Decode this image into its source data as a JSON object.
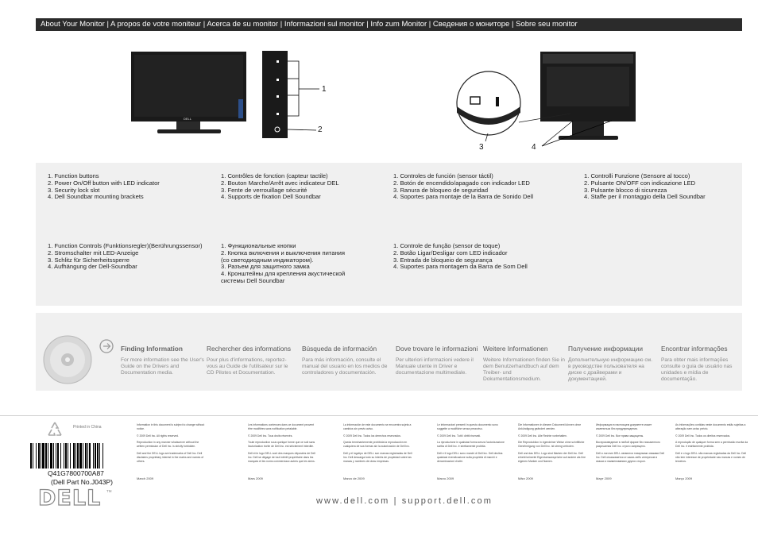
{
  "banner": "About Your Monitor | A propos de votre moniteur | Acerca de su monitor | Informazioni sul monitor | Info zum Monitor | Сведения о мониторе | Sobre seu monitor",
  "callouts": [
    "1",
    "2",
    "3",
    "4"
  ],
  "front_logo": "DELL",
  "specs": [
    [
      "1. Function buttons",
      "2. Power On/Off button with LED indicator",
      "3. Security lock slot",
      "4. Dell Soundbar mounting brackets"
    ],
    [
      "1. Contrôles de fonction (capteur tactile)",
      "2. Bouton Marche/Arrêt avec indicateur DEL",
      "3. Fente de verrouillage sécurité",
      "4. Supports de fixation Dell Soundbar"
    ],
    [
      "1. Controles de función (sensor táctil)",
      "2. Botón de encendido/apagado con indicador LED",
      "3. Ranura de bloqueo de seguridad",
      "4. Soportes para montaje de la Barra de Sonido Dell"
    ],
    [
      "1. Controlli Funzione (Sensore al tocco)",
      "2. Pulsante ON/OFF con indicazione LED",
      "3. Pulsante blocco di sicurezza",
      "4. Staffe per il montaggio della Dell Soundbar"
    ],
    [
      "1. Function Controls (Funktionsregler)(Berührungssensor)",
      "2. Stromschalter mit LED-Anzeige",
      "3. Schlitz für Sicherheitssperre",
      "4. Aufhängung der Dell-Soundbar"
    ],
    [
      "1. Функциональные кнопки",
      "2. Кнопка включения и выключения питания",
      "(со светодиодным индикатором).",
      "3. Разъем для защитного замка",
      "4. Кронштейны для крепления акустической",
      "системы Dell Soundbar"
    ],
    [
      "1. Controle de função (sensor de toque)",
      "2. Botão Ligar/Desligar com LED indicador",
      "3. Entrada de bloqueio de segurança",
      "4. Suportes para montagem da Barra de Som Dell"
    ]
  ],
  "finding": [
    {
      "title": "Finding Information",
      "text": "For more information see the User's Guide on the Drivers and Documentation media."
    },
    {
      "title": "Rechercher des informations",
      "text": "Pour plus d'informations, reportez-vous au Guide de l'utilisateur sur le CD Pilotes et Documentation."
    },
    {
      "title": "Búsqueda de información",
      "text": "Para más información, consulte el manual del usuario en los medios de controladores y documentación."
    },
    {
      "title": "Dove trovare le informazioni",
      "text": "Per ulteriori informazioni vedere il Manuale utente in Driver e documentazione multimediale."
    },
    {
      "title": "Weitere Informationen",
      "text": "Weitere Informationen finden Sie in dem Benutzerhandbuch auf dem Treiber- und Dokumentationsmedium."
    },
    {
      "title": "Получение информации",
      "text": "Дополнительную информацию см. в руководстве пользователя на диске с драйверами и документацией."
    },
    {
      "title": "Encontrar informações",
      "text": "Para obter mais informações consulte o guia de usuário nas unidades e mídia de documentação."
    }
  ],
  "printed_in": "Printed in China",
  "barcode_number": "Q41G7800700A87",
  "part_number": "(Dell Part No.J043P)",
  "tm": "TM",
  "footer_logo": "DELL",
  "website": "www.dell.com | support.dell.com",
  "legal": [
    {
      "paras": [
        "Information in this document is subject to change without notice.",
        "© 2009 Dell Inc. All rights reserved.",
        "Reproduction in any manner whatsoever without the written permission of Dell Inc. is strictly forbidden.",
        "Dell and the DELL logo are trademarks of Dell Inc. Dell disclaims proprietary interest in the marks and names of others."
      ],
      "date": "March 2009"
    },
    {
      "paras": [
        "Les informations contenues dans ce document peuvent être modifiées sans notification préalable.",
        "© 2009 Dell Inc. Tous droits réservés.",
        "Toute reproduction sous quelque forme que ce soit sans l'autorisation écrite de Dell Inc. est strictement interdite.",
        "Dell et le logo DELL sont des marques déposées de Dell Inc. Dell se dégage de tout intérêt propriétaire dans les marques et les noms commerciaux autres que les siens."
      ],
      "date": "Mars 2009"
    },
    {
      "paras": [
        "La información de este documento se encuentra sujeta a cambios sin previo aviso.",
        "© 2009 Dell Inc. Todos los derechos reservados.",
        "Queda terminantemente prohibida la reproducción en cualquiera de sus formas sin la autorización de Dell Inc.",
        "Dell y el logotipo de DELL son marcas registradas de Dell Inc. Dell descarga todo su interés de propiedad sobre las marcas y nombres de otras empresas."
      ],
      "date": "Marzo de 2009"
    },
    {
      "paras": [
        "Le informazioni presenti in questo documento sono soggette a modifiche senza preavviso.",
        "© 2009 Dell Inc. Tutti i diritti riservati.",
        "La riproduzione in qualsiasi forma senza l'autorizzazione scritta di Dell Inc. è strettamente proibita.",
        "Dell e il logo DELL sono marchi di Dell Inc. Dell declina qualsiasi rivendicazione sulla proprietà di marchi e denominazioni di altri."
      ],
      "date": "Marzo 2009"
    },
    {
      "paras": [
        "Die Informationen in diesem Dokument können ohne Ankündigung geändert werden.",
        "© 2009 Dell Inc. Alle Rechte vorbehalten.",
        "Die Reproduktion in irgendeiner Weise ohne schriftliche Genehmigung von Dell Inc. ist streng verboten.",
        "Dell und das DELL Logo sind Marken der Dell Inc. Dell erhebt keinerlei Eigentumsansprüche auf andere als ihre eigenen Marken und Namen."
      ],
      "date": "März 2009"
    },
    {
      "paras": [
        "Информация в настоящем документе может изменяться без предупреждения.",
        "© 2009 Dell Inc. Все права защищены.",
        "Воспроизведение в любой форме без письменного разрешения Dell Inc. строго запрещено.",
        "Dell и логотип DELL являются товарными знаками Dell Inc. Dell отказывается от каких-либо интересов в знаках и наименованиях других сторон."
      ],
      "date": "Март 2009"
    },
    {
      "paras": [
        "As informações contidas neste documento estão sujeitas a alteração sem aviso prévio.",
        "© 2009 Dell Inc. Todos os direitos reservados.",
        "A reprodução de qualquer forma sem a permissão escrita da Dell Inc. é estritamente proibida.",
        "Dell e o logo DELL são marcas registradas da Dell Inc. Dell não tem interesse de propriedade nas marcas e nomes de terceiros."
      ],
      "date": "Março 2009"
    }
  ],
  "colors": {
    "banner": "#2b2b2b",
    "panel": "#f0f0f0",
    "monitor": "#1a1a1a"
  }
}
